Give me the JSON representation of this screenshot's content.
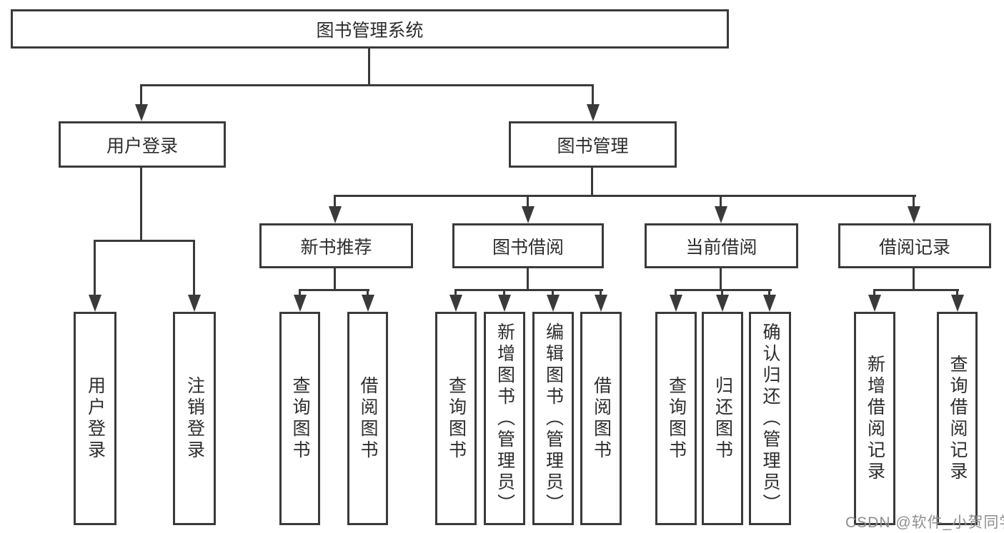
{
  "colors": {
    "line": "#3a3a3a",
    "text": "#2d2d2d",
    "watermark": "#8f8f8f",
    "bg": "#ffffff"
  },
  "watermark": "CSDN @软件_小贺同学",
  "tree": {
    "label": "图书管理系统",
    "children": [
      {
        "label": "用户登录",
        "children": [
          {
            "label": "用户登录"
          },
          {
            "label": "注销登录"
          }
        ]
      },
      {
        "label": "图书管理",
        "children": [
          {
            "label": "新书推荐",
            "children": [
              {
                "label": "查询图书"
              },
              {
                "label": "借阅图书"
              }
            ]
          },
          {
            "label": "图书借阅",
            "children": [
              {
                "label": "查询图书"
              },
              {
                "label": "新增图书（管理员）"
              },
              {
                "label": "编辑图书（管理员）"
              },
              {
                "label": "借阅图书"
              }
            ]
          },
          {
            "label": "当前借阅",
            "children": [
              {
                "label": "查询图书"
              },
              {
                "label": "归还图书"
              },
              {
                "label": "确认归还（管理员）"
              }
            ]
          },
          {
            "label": "借阅记录",
            "children": [
              {
                "label": "新增借阅记录"
              },
              {
                "label": "查询借阅记录"
              }
            ]
          }
        ]
      }
    ]
  }
}
